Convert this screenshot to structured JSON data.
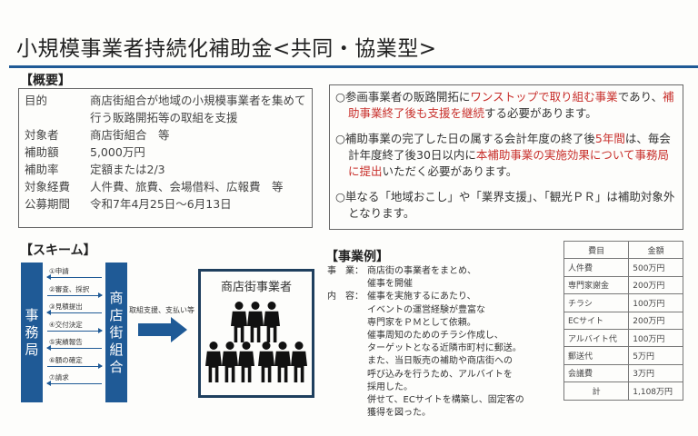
{
  "title": "小規模事業者持続化補助金<共同・協業型>",
  "overview": {
    "heading": "【概要】",
    "rows": [
      {
        "k": "目的",
        "v": "商店街組合が地域の小規模事業者を集めて行う販路開拓等の取組を支援"
      },
      {
        "k": "対象者",
        "v": "商店街組合　等"
      },
      {
        "k": "補助額",
        "v": "5,000万円"
      },
      {
        "k": "補助率",
        "v": "定額または2/3"
      },
      {
        "k": "対象経費",
        "v": "人件費、旅費、会場借料、広報費　等"
      },
      {
        "k": "公募期間",
        "v": "令和7年4月25日～6月13日"
      }
    ]
  },
  "notes": [
    [
      {
        "t": "○参画事業者の販路開拓に"
      },
      {
        "t": "ワンストップで取り組む事業",
        "red": true
      },
      {
        "t": "であり、"
      },
      {
        "t": "補助事業終了後も支援を継続",
        "red": true
      },
      {
        "t": "する必要があります。"
      }
    ],
    [
      {
        "t": "○補助事業の完了した日の属する会計年度の終了後"
      },
      {
        "t": "5年間",
        "red": true
      },
      {
        "t": "は、毎会計年度終了後30日以内に"
      },
      {
        "t": "本補助事業の実施効果について事務局に提出",
        "red": true
      },
      {
        "t": "いただく必要があります。"
      }
    ],
    [
      {
        "t": "○単なる「地域おこし」や「業界支援」、「観光ＰＲ」は補助対象外となります。"
      }
    ]
  ],
  "scheme": {
    "heading": "【スキーム】",
    "left": "事務局",
    "right": "商店街組合",
    "flows": [
      {
        "label": "①申請",
        "dir": "l"
      },
      {
        "label": "②審査、採択",
        "dir": "r"
      },
      {
        "label": "③見積提出",
        "dir": "l"
      },
      {
        "label": "④交付決定",
        "dir": "r"
      },
      {
        "label": "⑤実績報告",
        "dir": "l"
      },
      {
        "label": "⑥額の確定",
        "dir": "r"
      },
      {
        "label": "⑦請求",
        "dir": "l"
      }
    ],
    "support": "取組支援、支払い等",
    "target": "商店街事業者"
  },
  "example": {
    "heading": "【事業例】",
    "k1": "事　業：",
    "v1": [
      "商店街の事業者をまとめ、",
      "催事を開催"
    ],
    "k2": "内　容：",
    "v2": [
      "催事を実施するにあたり、",
      "イベントの運営経験が豊富な",
      "専門家をＰＭとして依頼。",
      "催事周知のためのチラシ作成し、",
      "ターゲットとなる近隣市町村に郵送。",
      "また、当日販売の補助や商店街への",
      "呼び込みを行うため、アルバイトを",
      "採用した。",
      "併せて、ECサイトを構築し、固定客の",
      "獲得を図った。"
    ]
  },
  "costs": {
    "headers": [
      "費目",
      "金額"
    ],
    "rows": [
      [
        "人件費",
        "500万円"
      ],
      [
        "専門家謝金",
        "200万円"
      ],
      [
        "チラシ",
        "100万円"
      ],
      [
        "ECサイト",
        "200万円"
      ],
      [
        "アルバイト代",
        "100万円"
      ],
      [
        "郵送代",
        "5万円"
      ],
      [
        "会議費",
        "3万円"
      ],
      [
        "計",
        "1,108万円"
      ]
    ]
  },
  "colors": {
    "accent": "#1f5a96",
    "red": "#c8302c"
  }
}
